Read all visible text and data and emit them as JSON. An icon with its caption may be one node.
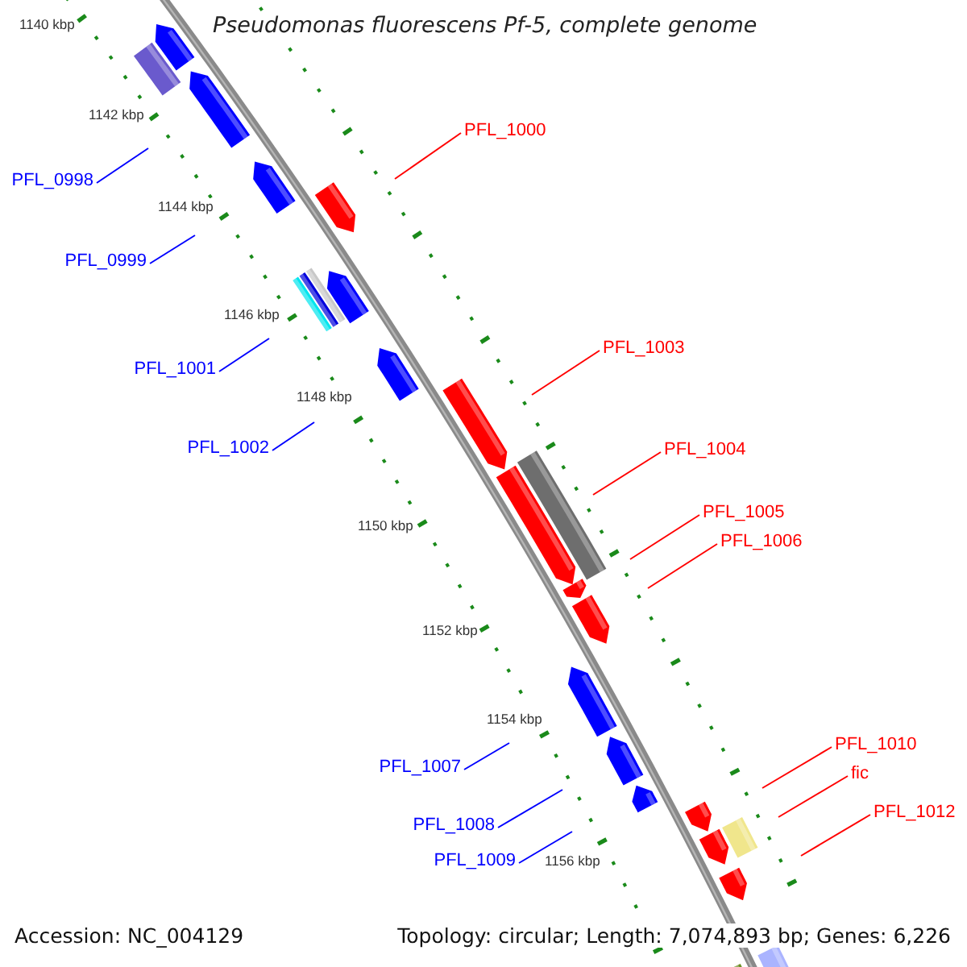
{
  "diagram": {
    "title": "Pseudomonas fluorescens Pf-5, complete genome",
    "nodes": [
      {
        "text": [
          "PFL_1000"
        ]
      },
      {
        "text": [
          "PFL_0998"
        ]
      },
      {
        "text": [
          "PFL_0999"
        ]
      },
      {
        "text": [
          "PFL_1003"
        ]
      },
      {
        "text": [
          "PFL_1001"
        ]
      },
      {
        "text": [
          "PFL_1002"
        ]
      },
      {
        "text": [
          "PFL_1004"
        ]
      },
      {
        "text": [
          "PFL_1005"
        ]
      },
      {
        "text": [
          "PFL_1006"
        ]
      },
      {
        "text": [
          "PFL_1010"
        ]
      },
      {
        "text": [
          "PFL_1007"
        ]
      },
      {
        "text": [
          "fic"
        ]
      },
      {
        "text": [
          "PFL_1012"
        ]
      },
      {
        "text": [
          "PFL_1008"
        ]
      },
      {
        "text": [
          "PFL_1009"
        ]
      }
    ],
    "edges": [
      {
        "from": 0,
        "to": null,
        "arrow": "none"
      },
      {
        "from": 1,
        "to": null,
        "arrow": "none",
        "color": "#0000ff"
      },
      {
        "from": 2,
        "to": null,
        "arrow": "none",
        "color": "#0000ff"
      },
      {
        "from": 3,
        "to": null,
        "arrow": "none"
      },
      {
        "from": 4,
        "to": null,
        "arrow": "none",
        "color": "#0000ff"
      },
      {
        "from": 5,
        "to": null,
        "arrow": "none",
        "color": "#0000ff"
      },
      {
        "from": 6,
        "to": null,
        "arrow": "none"
      },
      {
        "from": 7,
        "to": null,
        "arrow": "none"
      },
      {
        "from": 8,
        "to": null,
        "arrow": "none"
      },
      {
        "from": 9,
        "to": null,
        "arrow": "none"
      },
      {
        "from": 10,
        "to": null,
        "arrow": "none",
        "color": "#0000ff"
      },
      {
        "from": 11,
        "to": null,
        "arrow": "none"
      },
      {
        "from": 12,
        "to": null,
        "arrow": "none"
      },
      {
        "from": 13,
        "to": null,
        "arrow": "none",
        "color": "#0000ff"
      },
      {
        "from": 14,
        "to": null,
        "arrow": "none",
        "color": "#0000ff"
      }
    ],
    "labels": [
      "1140 kbp",
      "1142 kbp",
      "1144 kbp",
      "1146 kbp",
      "1148 kbp",
      "1150 kbp",
      "1152 kbp",
      "1154 kbp",
      "1156 kbp",
      "Accession: NC_004129",
      "Topology: circular; Length: 7,074,893 bp; Genes: 6,226"
    ]
  }
}
